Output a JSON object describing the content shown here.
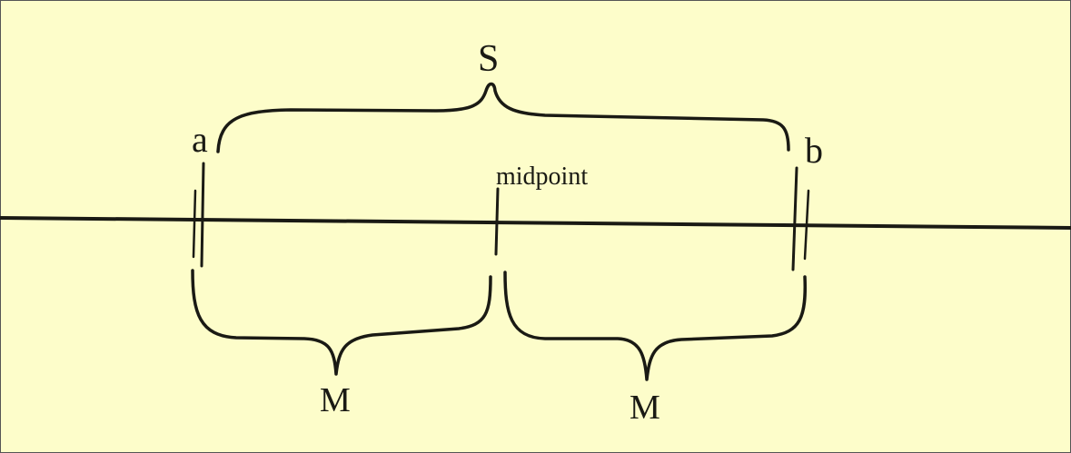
{
  "labels": {
    "sum": "S",
    "left_end": "a",
    "right_end": "b",
    "midpoint": "midpoint",
    "left_half": "M",
    "right_half": "M"
  },
  "colors": {
    "background": "#fdfdca",
    "ink": "#1a1a14"
  }
}
